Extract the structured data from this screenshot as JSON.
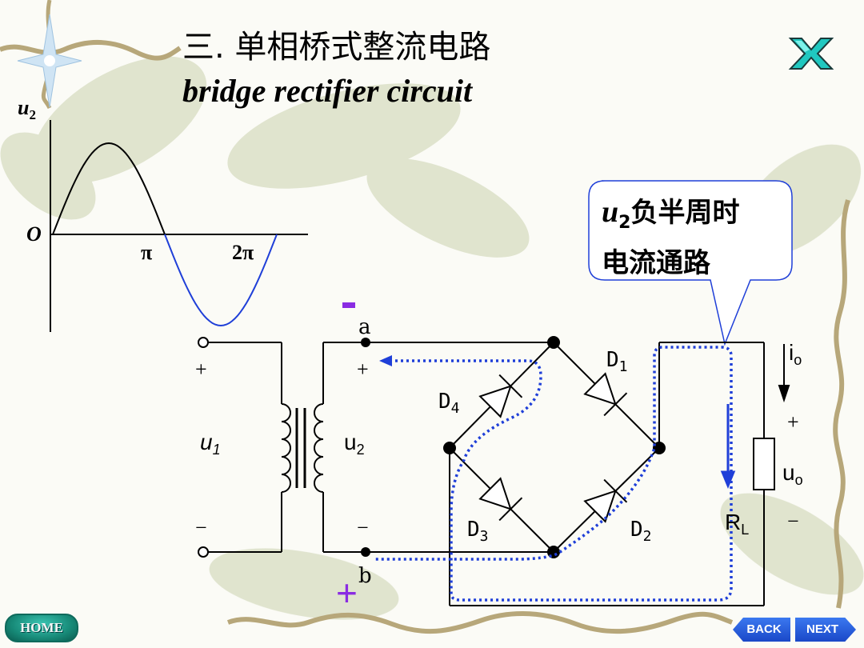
{
  "slide": {
    "title_cn": "三. 单相桥式整流电路",
    "title_en": "bridge rectifier circuit"
  },
  "waveform": {
    "y_axis_label": "u",
    "y_axis_sub": "2",
    "origin_label": "O",
    "tick_pi": "π",
    "tick_2pi": "2π"
  },
  "callout": {
    "var": "u",
    "var_sub": "2",
    "line1_rest": "负半周时",
    "line2": "电流通路"
  },
  "circuit": {
    "primary_label": "u",
    "primary_sub": "1",
    "secondary_label": "u",
    "secondary_sub": "2",
    "plus": "+",
    "minus": "−",
    "node_a": "a",
    "node_b": "b",
    "polarity_top": "-",
    "polarity_bottom": "+",
    "d1": "D",
    "d1_sub": "1",
    "d2": "D",
    "d2_sub": "2",
    "d3": "D",
    "d3_sub": "3",
    "d4": "D",
    "d4_sub": "4",
    "current": "i",
    "current_sub": "o",
    "load": "R",
    "load_sub": "L",
    "output": "u",
    "output_sub": "o"
  },
  "nav": {
    "home": "HOME",
    "back": "BACK",
    "next": "NEXT"
  },
  "colors": {
    "positive_half": "#000000",
    "negative_half": "#1f3fd8",
    "current_path": "#1f3fd8",
    "polarity": "#8a2be2"
  }
}
